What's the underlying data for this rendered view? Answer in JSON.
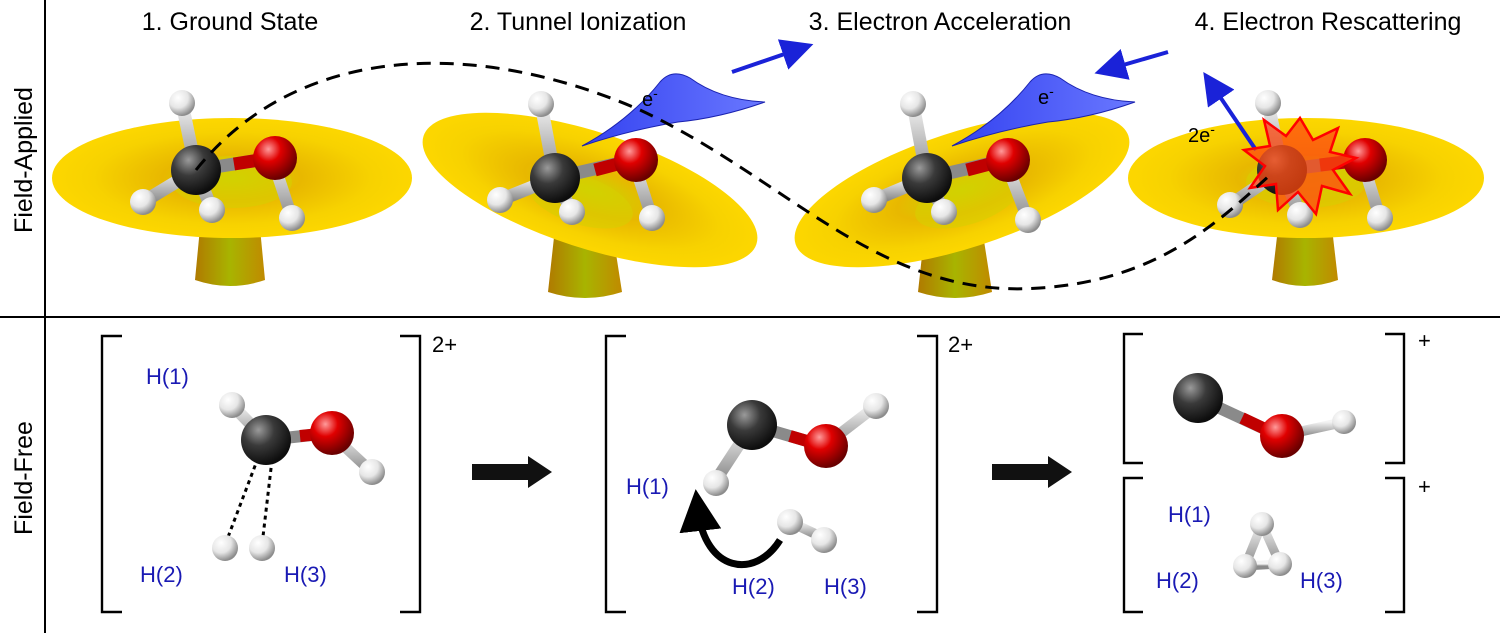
{
  "rows": {
    "top_label": "Field-Applied",
    "bottom_label": "Field-Free"
  },
  "steps": [
    {
      "title": "1. Ground State"
    },
    {
      "title": "2. Tunnel Ionization",
      "electron": "e"
    },
    {
      "title": "3. Electron Acceleration",
      "electron": "e"
    },
    {
      "title": "4. Electron Rescattering",
      "electron": "2e"
    }
  ],
  "electron_superscript": "-",
  "stages": [
    {
      "charge": "2+",
      "labels": [
        "H(1)",
        "H(2)",
        "H(3)"
      ]
    },
    {
      "charge": "2+",
      "labels": [
        "H(1)",
        "H(2)",
        "H(3)"
      ]
    },
    {
      "fragments": [
        {
          "charge": "+"
        },
        {
          "charge": "+",
          "labels": [
            "H(1)",
            "H(2)",
            "H(3)"
          ]
        }
      ]
    }
  ],
  "colors": {
    "carbon": "#3a3a3a",
    "oxygen": "#e00000",
    "hydrogen": "#eeeeee",
    "well": "#f2c800",
    "electron_packet": "#3b4cf5",
    "arrow_blue": "#1a22d8",
    "label_blue": "#1a1ab4",
    "burst": "#ff3c00"
  }
}
